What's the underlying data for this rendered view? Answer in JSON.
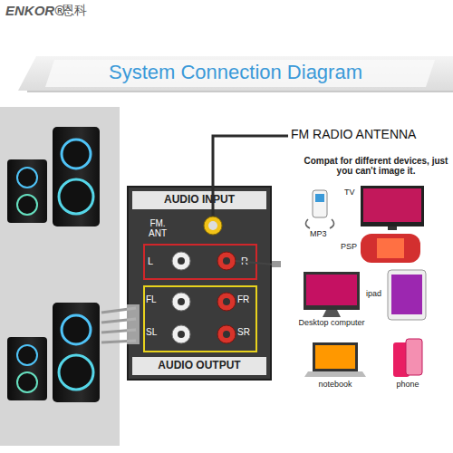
{
  "diagram": {
    "title": "System Connection Diagram",
    "nodes": [
      {
        "text": [
          "AUDIO INPUT",
          "AUDIO OUTPUT"
        ]
      },
      {
        "text": [
          "L",
          "R"
        ],
        "in": 0
      },
      {
        "text": [
          "FL",
          "FR",
          "SL",
          "SR"
        ],
        "in": 0
      }
    ],
    "labels": [
      "ENKOR®",
      "恩科",
      "FM RADIO ANTENNA",
      "Compat for different devices, just you can't image it.",
      "FM. ANT",
      "TV",
      "MP3",
      "PSP",
      "Desktop computer",
      "ipad",
      "notebook",
      "phone"
    ]
  }
}
